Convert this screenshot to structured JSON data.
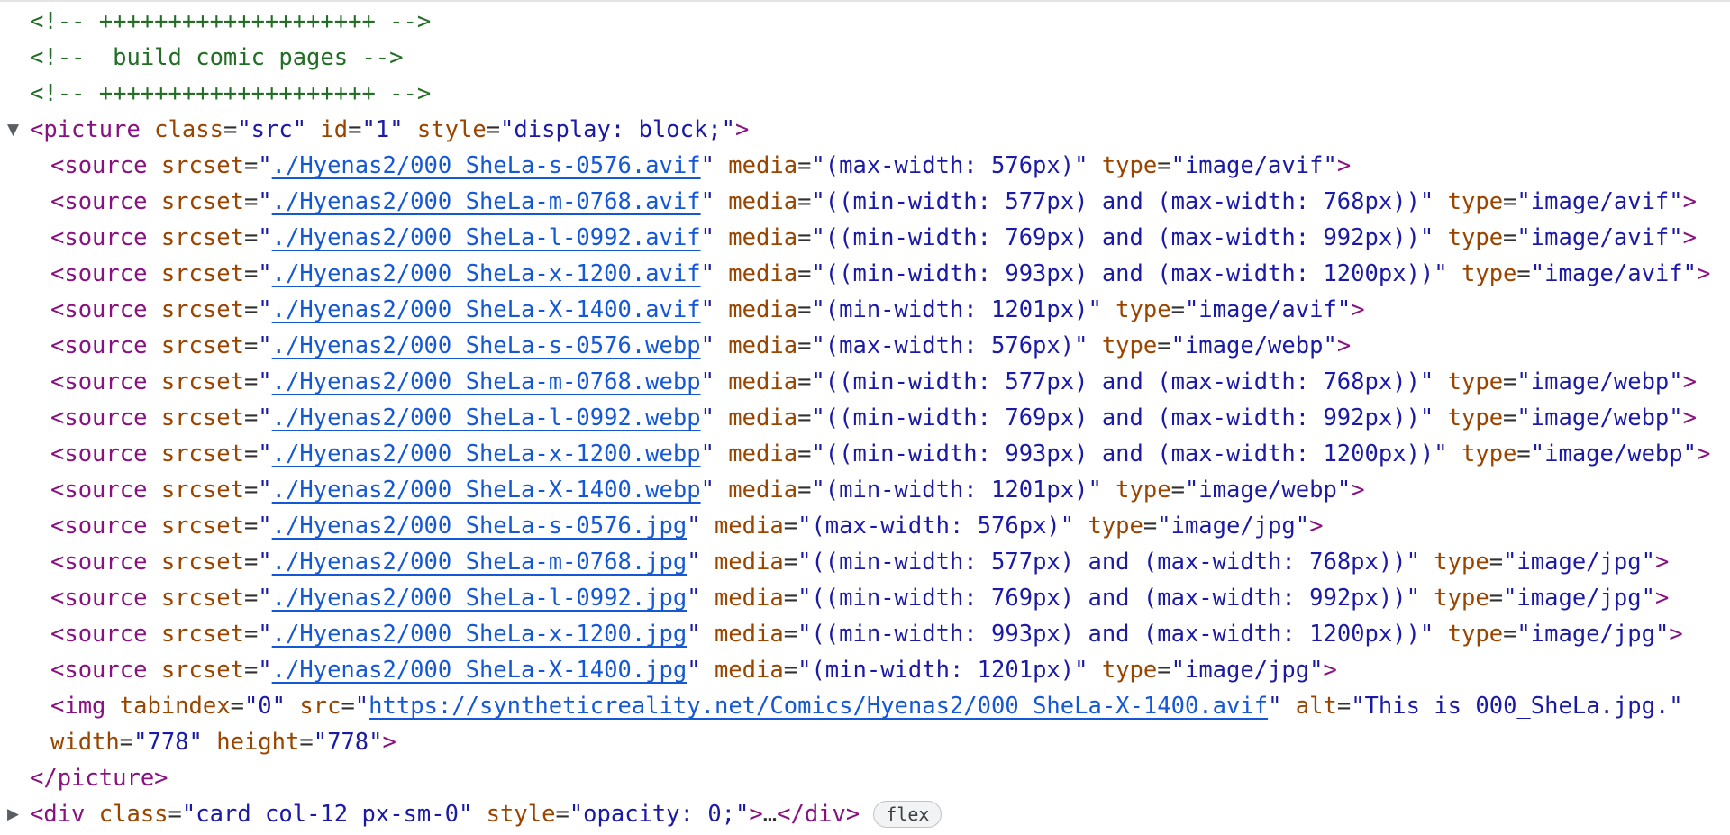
{
  "panel": {
    "name": "devtools-elements-panel"
  },
  "colors": {
    "tag": "#881280",
    "attribute_name": "#994500",
    "attribute_value": "#1a1aa6",
    "comment": "#236e25",
    "link": "#1558d6",
    "punctuation": "#303030",
    "arrow": "#5a5d61",
    "badge_background": "#f1f3f4",
    "badge_border": "#c0c3c6",
    "badge_text": "#3c4043"
  },
  "icons": {
    "expanded-arrow-icon": "▼",
    "collapsed-arrow-icon": "▶"
  },
  "lines": [
    {
      "name": "comment-divider-top",
      "indent": 1,
      "tokens": [
        {
          "t": "c",
          "s": "<!-- ++++++++++++++++++++ -->"
        }
      ]
    },
    {
      "name": "comment-build-comic-pages",
      "indent": 1,
      "tokens": [
        {
          "t": "c",
          "s": "<!--  build comic pages -->"
        }
      ]
    },
    {
      "name": "comment-divider-bottom",
      "indent": 1,
      "tokens": [
        {
          "t": "c",
          "s": "<!-- ++++++++++++++++++++ -->"
        }
      ]
    },
    {
      "name": "picture-open-tag",
      "indent": 1,
      "arrow": "expanded-arrow-icon",
      "tokens": [
        {
          "t": "t",
          "s": "<picture"
        },
        {
          "t": "a",
          "s": " class"
        },
        {
          "t": "p",
          "s": "="
        },
        {
          "t": "v",
          "s": "\"src\""
        },
        {
          "t": "a",
          "s": " id"
        },
        {
          "t": "p",
          "s": "="
        },
        {
          "t": "v",
          "s": "\"1\""
        },
        {
          "t": "a",
          "s": " style"
        },
        {
          "t": "p",
          "s": "="
        },
        {
          "t": "v",
          "s": "\"display: block;\""
        },
        {
          "t": "t",
          "s": ">"
        }
      ]
    },
    {
      "name": "source-node-avif-s-0576",
      "indent": 2,
      "tokens": [
        {
          "t": "t",
          "s": "<source"
        },
        {
          "t": "a",
          "s": " srcset"
        },
        {
          "t": "p",
          "s": "="
        },
        {
          "t": "v",
          "s": "\""
        },
        {
          "t": "l",
          "s": "./Hyenas2/000_SheLa-s-0576.avif"
        },
        {
          "t": "v",
          "s": "\""
        },
        {
          "t": "a",
          "s": " media"
        },
        {
          "t": "p",
          "s": "="
        },
        {
          "t": "v",
          "s": "\"(max-width: 576px)\""
        },
        {
          "t": "a",
          "s": " type"
        },
        {
          "t": "p",
          "s": "="
        },
        {
          "t": "v",
          "s": "\"image/avif\""
        },
        {
          "t": "t",
          "s": ">"
        }
      ]
    },
    {
      "name": "source-node-avif-m-0768",
      "indent": 2,
      "tokens": [
        {
          "t": "t",
          "s": "<source"
        },
        {
          "t": "a",
          "s": " srcset"
        },
        {
          "t": "p",
          "s": "="
        },
        {
          "t": "v",
          "s": "\""
        },
        {
          "t": "l",
          "s": "./Hyenas2/000_SheLa-m-0768.avif"
        },
        {
          "t": "v",
          "s": "\""
        },
        {
          "t": "a",
          "s": " media"
        },
        {
          "t": "p",
          "s": "="
        },
        {
          "t": "v",
          "s": "\"((min-width: 577px) and (max-width: 768px))\""
        },
        {
          "t": "a",
          "s": " type"
        },
        {
          "t": "p",
          "s": "="
        },
        {
          "t": "v",
          "s": "\"image/avif\""
        },
        {
          "t": "t",
          "s": ">"
        }
      ]
    },
    {
      "name": "source-node-avif-l-0992",
      "indent": 2,
      "tokens": [
        {
          "t": "t",
          "s": "<source"
        },
        {
          "t": "a",
          "s": " srcset"
        },
        {
          "t": "p",
          "s": "="
        },
        {
          "t": "v",
          "s": "\""
        },
        {
          "t": "l",
          "s": "./Hyenas2/000_SheLa-l-0992.avif"
        },
        {
          "t": "v",
          "s": "\""
        },
        {
          "t": "a",
          "s": " media"
        },
        {
          "t": "p",
          "s": "="
        },
        {
          "t": "v",
          "s": "\"((min-width: 769px) and (max-width: 992px))\""
        },
        {
          "t": "a",
          "s": " type"
        },
        {
          "t": "p",
          "s": "="
        },
        {
          "t": "v",
          "s": "\"image/avif\""
        },
        {
          "t": "t",
          "s": ">"
        }
      ]
    },
    {
      "name": "source-node-avif-x-1200",
      "indent": 2,
      "tokens": [
        {
          "t": "t",
          "s": "<source"
        },
        {
          "t": "a",
          "s": " srcset"
        },
        {
          "t": "p",
          "s": "="
        },
        {
          "t": "v",
          "s": "\""
        },
        {
          "t": "l",
          "s": "./Hyenas2/000_SheLa-x-1200.avif"
        },
        {
          "t": "v",
          "s": "\""
        },
        {
          "t": "a",
          "s": " media"
        },
        {
          "t": "p",
          "s": "="
        },
        {
          "t": "v",
          "s": "\"((min-width: 993px) and (max-width: 1200px))\""
        },
        {
          "t": "a",
          "s": " type"
        },
        {
          "t": "p",
          "s": "="
        },
        {
          "t": "v",
          "s": "\"image/avif\""
        },
        {
          "t": "t",
          "s": ">"
        }
      ]
    },
    {
      "name": "source-node-avif-X-1400",
      "indent": 2,
      "tokens": [
        {
          "t": "t",
          "s": "<source"
        },
        {
          "t": "a",
          "s": " srcset"
        },
        {
          "t": "p",
          "s": "="
        },
        {
          "t": "v",
          "s": "\""
        },
        {
          "t": "l",
          "s": "./Hyenas2/000_SheLa-X-1400.avif"
        },
        {
          "t": "v",
          "s": "\""
        },
        {
          "t": "a",
          "s": " media"
        },
        {
          "t": "p",
          "s": "="
        },
        {
          "t": "v",
          "s": "\"(min-width: 1201px)\""
        },
        {
          "t": "a",
          "s": " type"
        },
        {
          "t": "p",
          "s": "="
        },
        {
          "t": "v",
          "s": "\"image/avif\""
        },
        {
          "t": "t",
          "s": ">"
        }
      ]
    },
    {
      "name": "source-node-webp-s-0576",
      "indent": 2,
      "tokens": [
        {
          "t": "t",
          "s": "<source"
        },
        {
          "t": "a",
          "s": " srcset"
        },
        {
          "t": "p",
          "s": "="
        },
        {
          "t": "v",
          "s": "\""
        },
        {
          "t": "l",
          "s": "./Hyenas2/000_SheLa-s-0576.webp"
        },
        {
          "t": "v",
          "s": "\""
        },
        {
          "t": "a",
          "s": " media"
        },
        {
          "t": "p",
          "s": "="
        },
        {
          "t": "v",
          "s": "\"(max-width: 576px)\""
        },
        {
          "t": "a",
          "s": " type"
        },
        {
          "t": "p",
          "s": "="
        },
        {
          "t": "v",
          "s": "\"image/webp\""
        },
        {
          "t": "t",
          "s": ">"
        }
      ]
    },
    {
      "name": "source-node-webp-m-0768",
      "indent": 2,
      "tokens": [
        {
          "t": "t",
          "s": "<source"
        },
        {
          "t": "a",
          "s": " srcset"
        },
        {
          "t": "p",
          "s": "="
        },
        {
          "t": "v",
          "s": "\""
        },
        {
          "t": "l",
          "s": "./Hyenas2/000_SheLa-m-0768.webp"
        },
        {
          "t": "v",
          "s": "\""
        },
        {
          "t": "a",
          "s": " media"
        },
        {
          "t": "p",
          "s": "="
        },
        {
          "t": "v",
          "s": "\"((min-width: 577px) and (max-width: 768px))\""
        },
        {
          "t": "a",
          "s": " type"
        },
        {
          "t": "p",
          "s": "="
        },
        {
          "t": "v",
          "s": "\"image/webp\""
        },
        {
          "t": "t",
          "s": ">"
        }
      ]
    },
    {
      "name": "source-node-webp-l-0992",
      "indent": 2,
      "tokens": [
        {
          "t": "t",
          "s": "<source"
        },
        {
          "t": "a",
          "s": " srcset"
        },
        {
          "t": "p",
          "s": "="
        },
        {
          "t": "v",
          "s": "\""
        },
        {
          "t": "l",
          "s": "./Hyenas2/000_SheLa-l-0992.webp"
        },
        {
          "t": "v",
          "s": "\""
        },
        {
          "t": "a",
          "s": " media"
        },
        {
          "t": "p",
          "s": "="
        },
        {
          "t": "v",
          "s": "\"((min-width: 769px) and (max-width: 992px))\""
        },
        {
          "t": "a",
          "s": " type"
        },
        {
          "t": "p",
          "s": "="
        },
        {
          "t": "v",
          "s": "\"image/webp\""
        },
        {
          "t": "t",
          "s": ">"
        }
      ]
    },
    {
      "name": "source-node-webp-x-1200",
      "indent": 2,
      "tokens": [
        {
          "t": "t",
          "s": "<source"
        },
        {
          "t": "a",
          "s": " srcset"
        },
        {
          "t": "p",
          "s": "="
        },
        {
          "t": "v",
          "s": "\""
        },
        {
          "t": "l",
          "s": "./Hyenas2/000_SheLa-x-1200.webp"
        },
        {
          "t": "v",
          "s": "\""
        },
        {
          "t": "a",
          "s": " media"
        },
        {
          "t": "p",
          "s": "="
        },
        {
          "t": "v",
          "s": "\"((min-width: 993px) and (max-width: 1200px))\""
        },
        {
          "t": "a",
          "s": " type"
        },
        {
          "t": "p",
          "s": "="
        },
        {
          "t": "v",
          "s": "\"image/webp\""
        },
        {
          "t": "t",
          "s": ">"
        }
      ]
    },
    {
      "name": "source-node-webp-X-1400",
      "indent": 2,
      "tokens": [
        {
          "t": "t",
          "s": "<source"
        },
        {
          "t": "a",
          "s": " srcset"
        },
        {
          "t": "p",
          "s": "="
        },
        {
          "t": "v",
          "s": "\""
        },
        {
          "t": "l",
          "s": "./Hyenas2/000_SheLa-X-1400.webp"
        },
        {
          "t": "v",
          "s": "\""
        },
        {
          "t": "a",
          "s": " media"
        },
        {
          "t": "p",
          "s": "="
        },
        {
          "t": "v",
          "s": "\"(min-width: 1201px)\""
        },
        {
          "t": "a",
          "s": " type"
        },
        {
          "t": "p",
          "s": "="
        },
        {
          "t": "v",
          "s": "\"image/webp\""
        },
        {
          "t": "t",
          "s": ">"
        }
      ]
    },
    {
      "name": "source-node-jpg-s-0576",
      "indent": 2,
      "tokens": [
        {
          "t": "t",
          "s": "<source"
        },
        {
          "t": "a",
          "s": " srcset"
        },
        {
          "t": "p",
          "s": "="
        },
        {
          "t": "v",
          "s": "\""
        },
        {
          "t": "l",
          "s": "./Hyenas2/000_SheLa-s-0576.jpg"
        },
        {
          "t": "v",
          "s": "\""
        },
        {
          "t": "a",
          "s": " media"
        },
        {
          "t": "p",
          "s": "="
        },
        {
          "t": "v",
          "s": "\"(max-width: 576px)\""
        },
        {
          "t": "a",
          "s": " type"
        },
        {
          "t": "p",
          "s": "="
        },
        {
          "t": "v",
          "s": "\"image/jpg\""
        },
        {
          "t": "t",
          "s": ">"
        }
      ]
    },
    {
      "name": "source-node-jpg-m-0768",
      "indent": 2,
      "tokens": [
        {
          "t": "t",
          "s": "<source"
        },
        {
          "t": "a",
          "s": " srcset"
        },
        {
          "t": "p",
          "s": "="
        },
        {
          "t": "v",
          "s": "\""
        },
        {
          "t": "l",
          "s": "./Hyenas2/000_SheLa-m-0768.jpg"
        },
        {
          "t": "v",
          "s": "\""
        },
        {
          "t": "a",
          "s": " media"
        },
        {
          "t": "p",
          "s": "="
        },
        {
          "t": "v",
          "s": "\"((min-width: 577px) and (max-width: 768px))\""
        },
        {
          "t": "a",
          "s": " type"
        },
        {
          "t": "p",
          "s": "="
        },
        {
          "t": "v",
          "s": "\"image/jpg\""
        },
        {
          "t": "t",
          "s": ">"
        }
      ]
    },
    {
      "name": "source-node-jpg-l-0992",
      "indent": 2,
      "tokens": [
        {
          "t": "t",
          "s": "<source"
        },
        {
          "t": "a",
          "s": " srcset"
        },
        {
          "t": "p",
          "s": "="
        },
        {
          "t": "v",
          "s": "\""
        },
        {
          "t": "l",
          "s": "./Hyenas2/000_SheLa-l-0992.jpg"
        },
        {
          "t": "v",
          "s": "\""
        },
        {
          "t": "a",
          "s": " media"
        },
        {
          "t": "p",
          "s": "="
        },
        {
          "t": "v",
          "s": "\"((min-width: 769px) and (max-width: 992px))\""
        },
        {
          "t": "a",
          "s": " type"
        },
        {
          "t": "p",
          "s": "="
        },
        {
          "t": "v",
          "s": "\"image/jpg\""
        },
        {
          "t": "t",
          "s": ">"
        }
      ]
    },
    {
      "name": "source-node-jpg-x-1200",
      "indent": 2,
      "tokens": [
        {
          "t": "t",
          "s": "<source"
        },
        {
          "t": "a",
          "s": " srcset"
        },
        {
          "t": "p",
          "s": "="
        },
        {
          "t": "v",
          "s": "\""
        },
        {
          "t": "l",
          "s": "./Hyenas2/000_SheLa-x-1200.jpg"
        },
        {
          "t": "v",
          "s": "\""
        },
        {
          "t": "a",
          "s": " media"
        },
        {
          "t": "p",
          "s": "="
        },
        {
          "t": "v",
          "s": "\"((min-width: 993px) and (max-width: 1200px))\""
        },
        {
          "t": "a",
          "s": " type"
        },
        {
          "t": "p",
          "s": "="
        },
        {
          "t": "v",
          "s": "\"image/jpg\""
        },
        {
          "t": "t",
          "s": ">"
        }
      ]
    },
    {
      "name": "source-node-jpg-X-1400",
      "indent": 2,
      "tokens": [
        {
          "t": "t",
          "s": "<source"
        },
        {
          "t": "a",
          "s": " srcset"
        },
        {
          "t": "p",
          "s": "="
        },
        {
          "t": "v",
          "s": "\""
        },
        {
          "t": "l",
          "s": "./Hyenas2/000_SheLa-X-1400.jpg"
        },
        {
          "t": "v",
          "s": "\""
        },
        {
          "t": "a",
          "s": " media"
        },
        {
          "t": "p",
          "s": "="
        },
        {
          "t": "v",
          "s": "\"(min-width: 1201px)\""
        },
        {
          "t": "a",
          "s": " type"
        },
        {
          "t": "p",
          "s": "="
        },
        {
          "t": "v",
          "s": "\"image/jpg\""
        },
        {
          "t": "t",
          "s": ">"
        }
      ]
    },
    {
      "name": "img-node",
      "indent": 2,
      "tokens": [
        {
          "t": "t",
          "s": "<img"
        },
        {
          "t": "a",
          "s": " tabindex"
        },
        {
          "t": "p",
          "s": "="
        },
        {
          "t": "v",
          "s": "\"0\""
        },
        {
          "t": "a",
          "s": " src"
        },
        {
          "t": "p",
          "s": "="
        },
        {
          "t": "v",
          "s": "\""
        },
        {
          "t": "l",
          "s": "https://syntheticreality.net/Comics/Hyenas2/000_SheLa-X-1400.avif"
        },
        {
          "t": "v",
          "s": "\""
        },
        {
          "t": "a",
          "s": " alt"
        },
        {
          "t": "p",
          "s": "="
        },
        {
          "t": "v",
          "s": "\"This is 000_SheLa.jpg.\""
        }
      ]
    },
    {
      "name": "img-node-wrapped-attributes",
      "indent": 2,
      "tokens": [
        {
          "t": "a",
          "s": "width"
        },
        {
          "t": "p",
          "s": "="
        },
        {
          "t": "v",
          "s": "\"778\""
        },
        {
          "t": "a",
          "s": " height"
        },
        {
          "t": "p",
          "s": "="
        },
        {
          "t": "v",
          "s": "\"778\""
        },
        {
          "t": "t",
          "s": ">"
        }
      ]
    },
    {
      "name": "picture-close-tag",
      "indent": 1,
      "tokens": [
        {
          "t": "t",
          "s": "</picture>"
        }
      ]
    },
    {
      "name": "div-node-collapsed",
      "indent": 1,
      "arrow": "collapsed-arrow-icon",
      "badge": "flex",
      "tokens": [
        {
          "t": "t",
          "s": "<div"
        },
        {
          "t": "a",
          "s": " class"
        },
        {
          "t": "p",
          "s": "="
        },
        {
          "t": "v",
          "s": "\"card col-12 px-sm-0\""
        },
        {
          "t": "a",
          "s": " style"
        },
        {
          "t": "p",
          "s": "="
        },
        {
          "t": "v",
          "s": "\"opacity: 0;\""
        },
        {
          "t": "t",
          "s": ">"
        },
        {
          "t": "e",
          "s": "…"
        },
        {
          "t": "t",
          "s": "</div>"
        }
      ]
    }
  ]
}
